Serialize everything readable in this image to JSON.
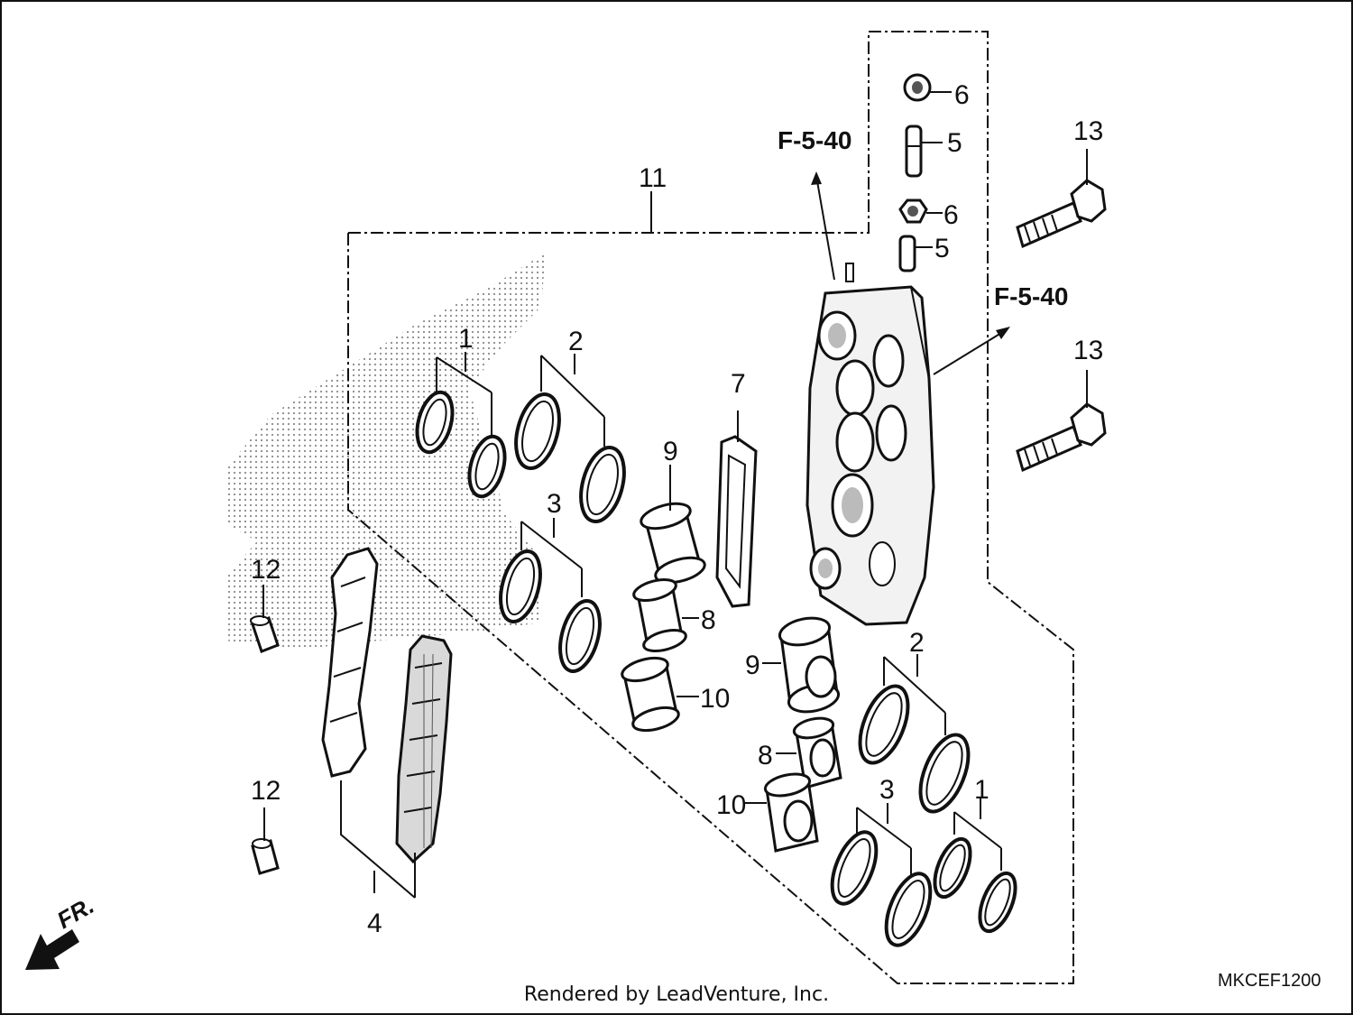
{
  "diagram": {
    "callouts": {
      "c1a": "1",
      "c1b": "1",
      "c2a": "2",
      "c2b": "2",
      "c3a": "3",
      "c3b": "3",
      "c4": "4",
      "c5a": "5",
      "c5b": "5",
      "c6a": "6",
      "c6b": "6",
      "c7": "7",
      "c8a": "8",
      "c8b": "8",
      "c9a": "9",
      "c9b": "9",
      "c10a": "10",
      "c10b": "10",
      "c11": "11",
      "c12a": "12",
      "c12b": "12",
      "c13a": "13",
      "c13b": "13"
    },
    "ref_a": "F-5-40",
    "ref_b": "F-5-40",
    "front_marker": "FR.",
    "diagram_code": "MKCEF1200",
    "credit": "Rendered by LeadVenture, Inc."
  },
  "colors": {
    "ink": "#111111",
    "paper": "#ffffff",
    "shade": "#9a9a9a"
  }
}
